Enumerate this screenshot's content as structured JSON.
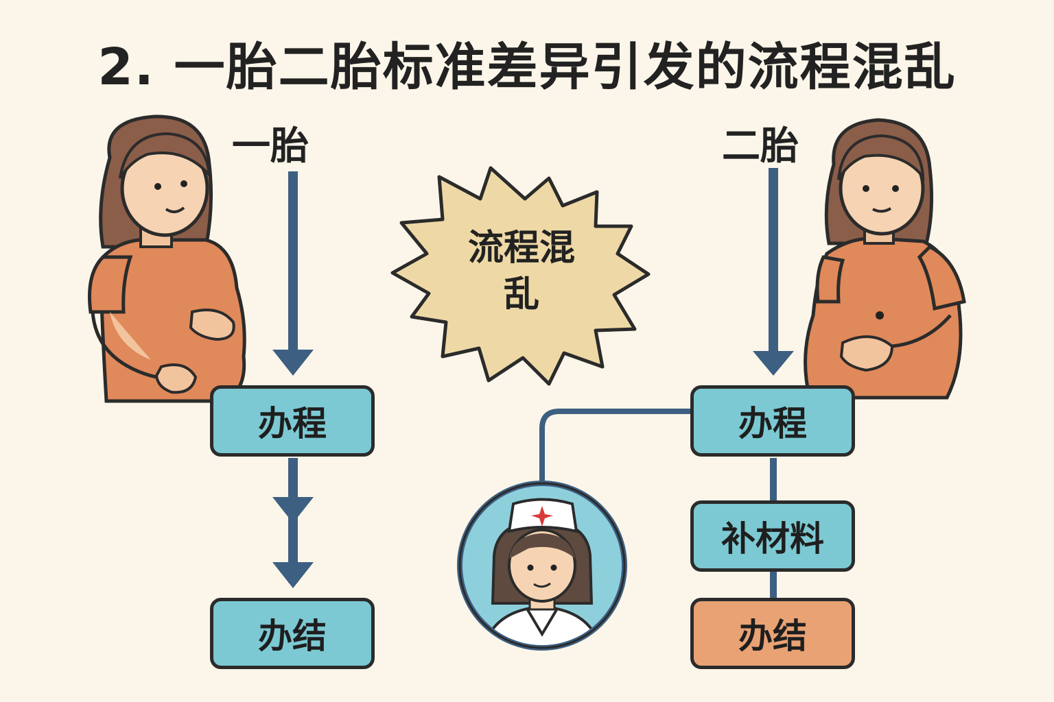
{
  "title": "2. 一胎二胎标准差异引发的流程混乱",
  "left_branch": {
    "label": "一胎",
    "steps": [
      "办程",
      "办结"
    ]
  },
  "right_branch": {
    "label": "二胎",
    "steps": [
      "办程",
      "补材料",
      "办结"
    ]
  },
  "burst": {
    "line1": "流程混",
    "line2": "乱"
  },
  "colors": {
    "background": "#fbf6e9",
    "box_teal": "#7cc9d3",
    "box_orange": "#e9a274",
    "arrow_blue": "#3d5f82",
    "burst_fill": "#eed9a6",
    "shirt_orange": "#e0895a",
    "hair_brown": "#8b5e4a"
  },
  "icons": [
    "pregnant-woman-left",
    "pregnant-woman-right",
    "nurse-avatar",
    "burst-shape"
  ]
}
